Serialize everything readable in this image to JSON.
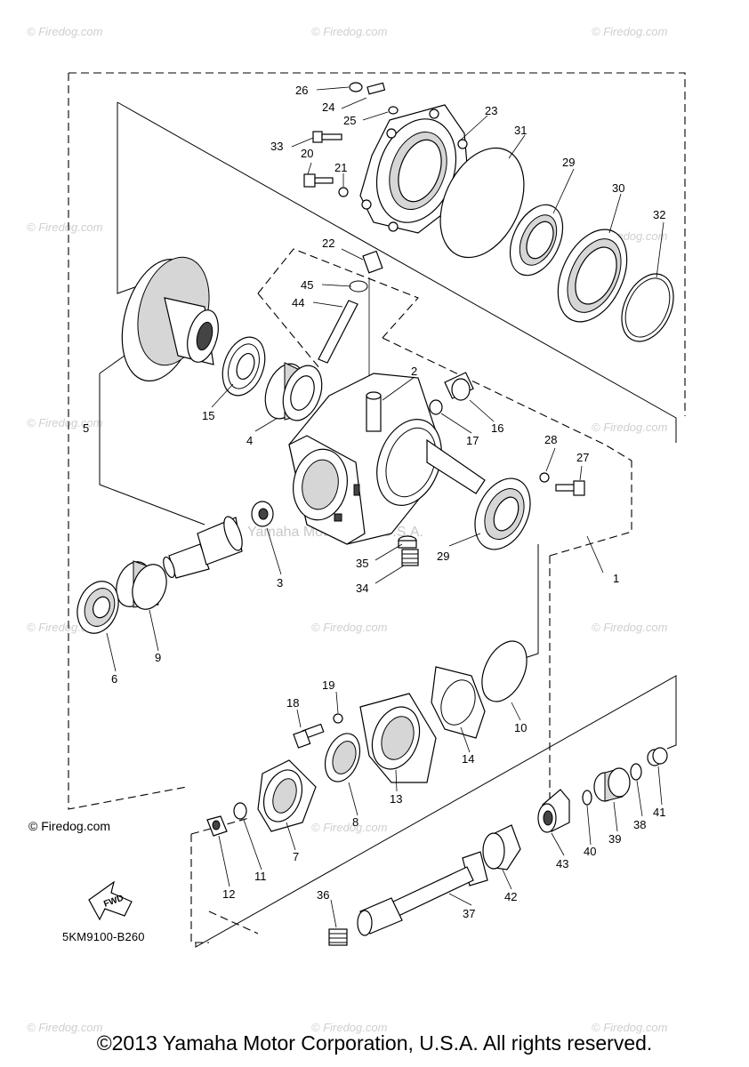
{
  "diagram": {
    "part_numbers": [
      "1",
      "2",
      "3",
      "4",
      "5",
      "6",
      "7",
      "8",
      "9",
      "10",
      "11",
      "12",
      "13",
      "14",
      "15",
      "16",
      "17",
      "18",
      "19",
      "20",
      "21",
      "22",
      "23",
      "24",
      "25",
      "26",
      "27",
      "28",
      "29",
      "29",
      "30",
      "31",
      "32",
      "33",
      "34",
      "35",
      "36",
      "37",
      "38",
      "39",
      "40",
      "41",
      "42",
      "43",
      "44",
      "45"
    ],
    "diagram_code": "5KM9100-B260",
    "fwd_label": "FWD",
    "firedog_credit": "© Firedog.com",
    "watermark": "© Firedog.com",
    "center_watermark": "Yamaha Motor Corp. U.S.A.",
    "copyright": "©2013 Yamaha Motor Corporation, U.S.A. All rights reserved."
  }
}
